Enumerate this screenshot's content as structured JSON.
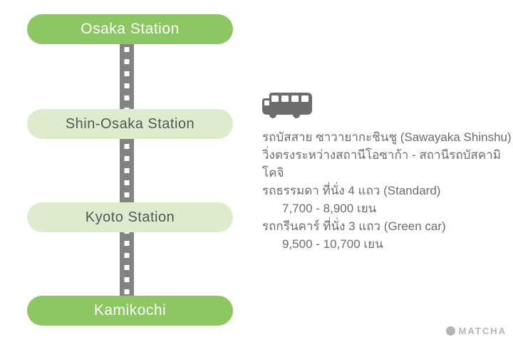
{
  "stations": [
    {
      "label": "Osaka Station",
      "type": "terminal"
    },
    {
      "label": "Shin-Osaka Station",
      "type": "intermediate"
    },
    {
      "label": "Kyoto Station",
      "type": "intermediate"
    },
    {
      "label": "Kamikochi",
      "type": "terminal"
    }
  ],
  "bus_info": {
    "route_line1": "รถบัสสาย ซาวายากะชินชู (Sawayaka Shinshu)",
    "route_line2": "วิ่งตรงระหว่างสถานีโอซาก้า - สถานีรถบัสคามิโคจิ",
    "standard_label": "รถธรรมดา ที่นั่ง 4 แถว (Standard)",
    "standard_price": "7,700 - 8,900 เยน",
    "green_label": "รถกรีนคาร์ ที่นั่ง 3 แถว (Green car)",
    "green_price": "9,500 - 10,700 เยน"
  },
  "branding": {
    "logo_text": "MATCHA"
  },
  "icons": {
    "bus": "bus-icon",
    "logo_circle": "matcha-logo-circle"
  },
  "colors": {
    "terminal_pill": "#8dc763",
    "intermediate_pill": "#deeccd",
    "road": "#838383",
    "road_dash": "#ffffff",
    "info_text": "#6d6d6d",
    "pill_text_dark": "#555555",
    "pill_text_light": "#ffffff",
    "logo_gray": "#b5b5b5"
  }
}
